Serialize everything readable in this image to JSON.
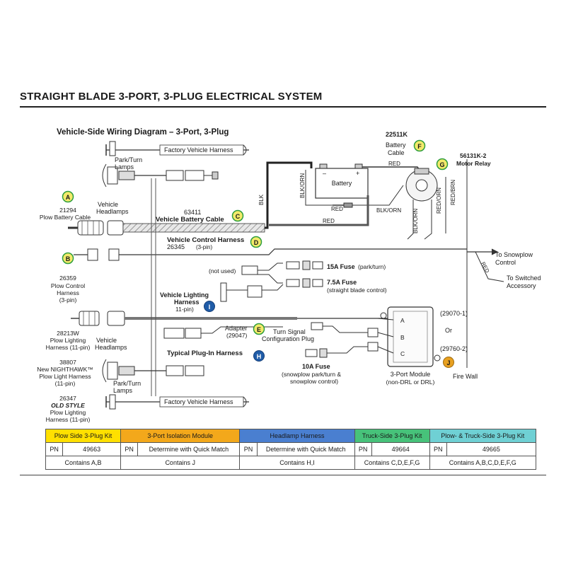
{
  "page_title": "STRAIGHT BLADE 3-PORT, 3-PLUG ELECTRICAL SYSTEM",
  "diagram": {
    "subtitle": "Vehicle-Side Wiring Diagram – 3-Port, 3-Plug",
    "labels": {
      "factory_harness_top": "Factory Vehicle Harness",
      "factory_harness_bottom": "Factory Vehicle Harness",
      "park_turn_top_1": "Park/Turn",
      "park_turn_top_2": "Lamps",
      "park_turn_bottom_1": "Park/Turn",
      "park_turn_bottom_2": "Lamps",
      "headlamps_top_1": "Vehicle",
      "headlamps_top_2": "Headlamps",
      "headlamps_bottom_1": "Vehicle",
      "headlamps_bottom_2": "Headlamps",
      "battery_cable_pn": "63411",
      "battery_cable": "Vehicle Battery Cable",
      "control_harness": "Vehicle Control Harness",
      "control_harness_pn": "26345",
      "control_harness_pin": "(3-pin)",
      "plow_battery_pn": "21294",
      "plow_battery": "Plow Battery Cable",
      "plow_control_pn": "26359",
      "plow_control_1": "Plow Control",
      "plow_control_2": "Harness",
      "plow_control_3": "(3-pin)",
      "plow_lighting_pn": "28213W",
      "plow_lighting_1": "Plow Lighting",
      "plow_lighting_2": "Harness (11-pin)",
      "nighthawk_pn": "38807",
      "nighthawk_1": "New NIGHTHAWK™",
      "nighthawk_2": "Plow Light Harness",
      "nighthawk_3": "(11-pin)",
      "old_style_pn": "26347",
      "old_style_1": "OLD STYLE",
      "old_style_2": "Plow Lighting",
      "old_style_3": "Harness (11-pin)",
      "not_used": "(not used)",
      "fuse_15": "15A Fuse",
      "fuse_15_note": "(park/turn)",
      "fuse_75": "7.5A Fuse",
      "fuse_75_note": "(straight blade control)",
      "lighting_harness_1": "Vehicle Lighting",
      "lighting_harness_2": "Harness",
      "lighting_harness_3": "11-pin)",
      "adapter_1": "Adapter",
      "adapter_2": "(29047)",
      "turn_signal_1": "Turn Signal",
      "turn_signal_2": "Configuration Plug",
      "plugin_harness": "Typical Plug-In Harness",
      "fuse_10": "10A Fuse",
      "fuse_10_note_1": "(snowplow park/turn &",
      "fuse_10_note_2": "snowplow control)",
      "module_1": "3-Port Module",
      "module_2": "(non-DRL or DRL)",
      "module_pn_1": "(29070-1)",
      "module_or": "Or",
      "module_pn_2": "(29760-2)",
      "fire_wall": "Fire Wall",
      "to_snowplow_1": "To Snowplow",
      "to_snowplow_2": "Control",
      "to_switched_1": "To Switched",
      "to_switched_2": "Accessory",
      "battery": "Battery",
      "battery_cable_top_pn": "22511K",
      "battery_cable_top_1": "Battery",
      "battery_cable_top_2": "Cable",
      "motor_relay_pn": "56131K-2",
      "motor_relay": "Motor Relay",
      "wire_blk": "BLK",
      "wire_blk_orn_1": "BLK/ORN",
      "wire_blk_orn_2": "BLK/ORN",
      "wire_blk_orn_3": "BLK/ORN",
      "wire_red_1": "RED",
      "wire_red_2": "RED",
      "wire_red_3": "RED",
      "wire_red_orn": "RED/ORN",
      "wire_red_brn": "RED/BRN",
      "plus": "+",
      "minus": "–",
      "port_a": "A",
      "port_b": "B",
      "port_c": "C"
    },
    "badges": {
      "a": "A",
      "b": "B",
      "c": "C",
      "d": "D",
      "e": "E",
      "f": "F",
      "g": "G",
      "h": "H",
      "i": "I",
      "j": "J"
    },
    "colors": {
      "badge_green": "#2e9e3e",
      "badge_blue": "#1f5ca8",
      "badge_orange": "#e8a020",
      "badge_yellow": "#f3ea6a",
      "wire": "#333333"
    }
  },
  "kit_table": {
    "headers": [
      {
        "label": "Plow Side 3-Plug Kit",
        "color": "#ffe000"
      },
      {
        "label": "3-Port Isolation Module",
        "color": "#f3a81b"
      },
      {
        "label": "Headlamp Harness",
        "color": "#4a7fd0"
      },
      {
        "label": "Truck-Side 3-Plug Kit",
        "color": "#47c27a"
      },
      {
        "label": "Plow- & Truck-Side 3-Plug Kit",
        "color": "#6fd0d4"
      }
    ],
    "pn_label": "PN",
    "pn_values": [
      "49663",
      "Determine with Quick Match",
      "Determine with Quick Match",
      "49664",
      "49665"
    ],
    "contains": [
      "Contains A,B",
      "Contains J",
      "Contains H,I",
      "Contains C,D,E,F,G",
      "Contains A,B,C,D,E,F,G"
    ]
  }
}
